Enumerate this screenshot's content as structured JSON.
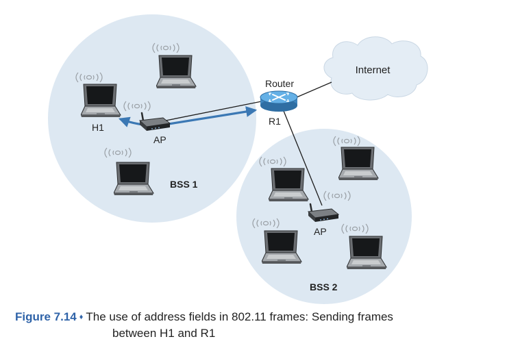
{
  "colors": {
    "bss_fill": "#dde8f2",
    "cloud_fill": "#e4edf5",
    "router_fill": "#4a9bd4",
    "arrow": "#3b78b4",
    "caption_accent": "#2f63a8"
  },
  "labels": {
    "internet": "Internet",
    "router": "Router",
    "router_id": "R1",
    "host": "H1",
    "ap1": "AP",
    "ap2": "AP",
    "bss1": "BSS 1",
    "bss2": "BSS 2"
  },
  "caption": {
    "figure": "Figure 7.14",
    "separator": "♦",
    "line1": "The use of address fields in 802.11 frames: Sending frames",
    "line2": "between H1 and R1"
  },
  "icons": {
    "laptop": "laptop-icon",
    "access_point": "access-point-icon",
    "router": "router-icon",
    "cloud": "cloud-icon",
    "wifi": "wifi-signal-icon"
  }
}
